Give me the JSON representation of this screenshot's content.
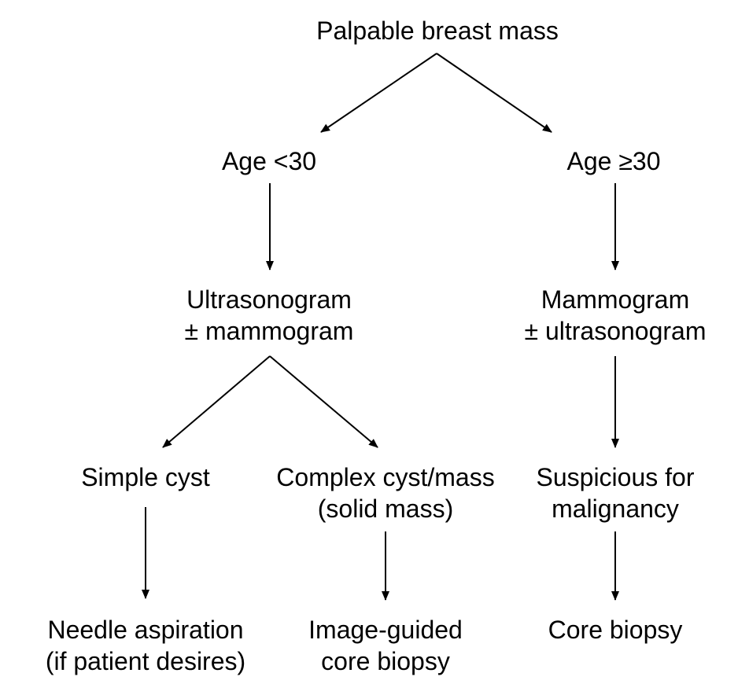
{
  "colors": {
    "line": "#000000",
    "text": "#000000",
    "background": "#ffffff"
  },
  "nodes": {
    "root": [
      "Palpable breast mass"
    ],
    "age_under_30": [
      "Age <30"
    ],
    "age_30_plus": [
      "Age ≥30"
    ],
    "ultrasonogram": [
      "Ultrasonogram",
      "± mammogram"
    ],
    "mammogram": [
      "Mammogram",
      "± ultrasonogram"
    ],
    "simple_cyst": [
      "Simple cyst"
    ],
    "complex_cyst": [
      "Complex cyst/mass",
      "(solid mass)"
    ],
    "suspicious": [
      "Suspicious for",
      "malignancy"
    ],
    "needle_aspiration": [
      "Needle aspiration",
      "(if patient desires)"
    ],
    "image_guided_biopsy": [
      "Image-guided",
      "core biopsy"
    ],
    "core_biopsy": [
      "Core biopsy"
    ]
  },
  "edges": [
    [
      "root",
      "age_under_30"
    ],
    [
      "root",
      "age_30_plus"
    ],
    [
      "age_under_30",
      "ultrasonogram"
    ],
    [
      "age_30_plus",
      "mammogram"
    ],
    [
      "ultrasonogram",
      "simple_cyst"
    ],
    [
      "ultrasonogram",
      "complex_cyst"
    ],
    [
      "mammogram",
      "suspicious"
    ],
    [
      "simple_cyst",
      "needle_aspiration"
    ],
    [
      "complex_cyst",
      "image_guided_biopsy"
    ],
    [
      "suspicious",
      "core_biopsy"
    ]
  ]
}
